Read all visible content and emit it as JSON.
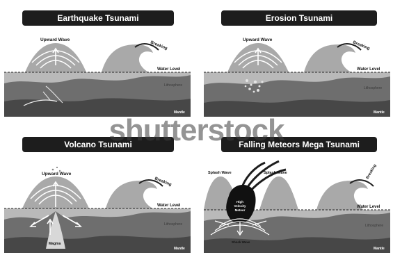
{
  "panels": [
    {
      "title": "Earthquake Tsunami",
      "labels": {
        "wave": "Upward Wave",
        "breaking": "Breaking",
        "water_level": "Water Level",
        "plate": "Lithosphere",
        "mantle": "Mantle"
      }
    },
    {
      "title": "Erosion Tsunami",
      "labels": {
        "wave": "Upward Wave",
        "breaking": "Breaking",
        "water_level": "Water Level",
        "plate": "Lithosphere",
        "mantle": "Mantle"
      }
    },
    {
      "title": "Volcano Tsunami",
      "labels": {
        "wave": "Upward Wave",
        "breaking": "Breaking",
        "water_level": "Water Level",
        "plate": "Lithosphere",
        "mantle": "Mantle",
        "magma": "Magma"
      }
    },
    {
      "title": "Falling Meteors Mega Tsunami",
      "labels": {
        "splash_left": "Splash Wave",
        "splash_right": "Splash Wave",
        "meteor_line1": "High",
        "meteor_line2": "Velocity",
        "meteor_line3": "Meteor",
        "breaking": "Breaking",
        "water_level": "Water Level",
        "plate": "Lithosphere",
        "mantle": "Mantle",
        "shock": "Shock Wave"
      }
    }
  ],
  "watermark": "shutterstock",
  "colors": {
    "water": "#b9b9b9",
    "wave": "#a9a9a9",
    "plate": "#6e6e6e",
    "mantle": "#474747",
    "title_bg": "#1d1d1d"
  }
}
